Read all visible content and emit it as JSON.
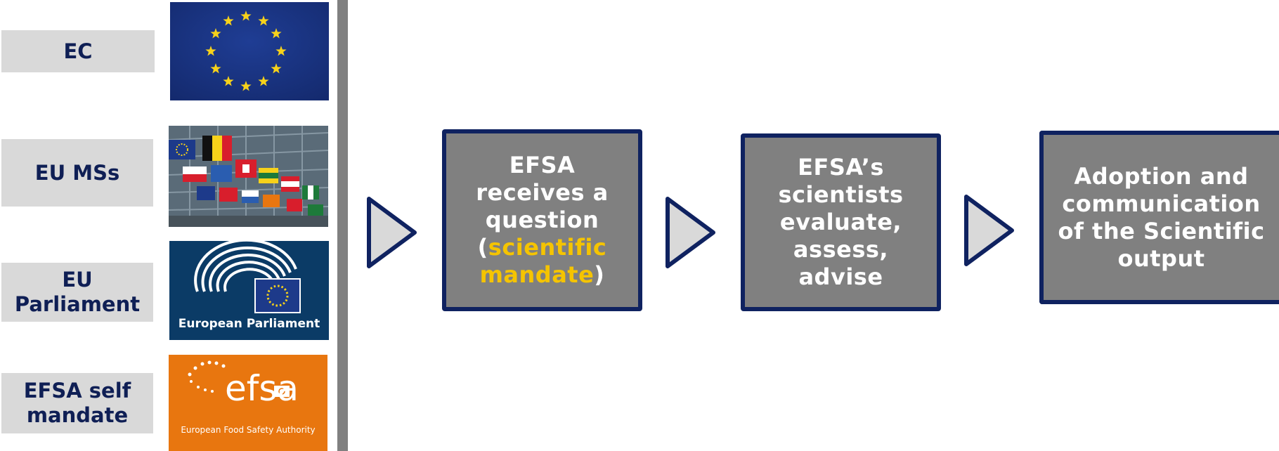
{
  "sources": {
    "ec": "EC",
    "eu_mss": "EU MSs",
    "eu_parliament": "EU Parliament",
    "efsa_self_mandate": "EFSA self mandate"
  },
  "logos": {
    "european_parliament_text": "European Parliament",
    "efsa_wordmark": "efsa",
    "efsa_subtitle": "European Food Safety Authority"
  },
  "steps": {
    "step1": {
      "line1": "EFSA",
      "line2": "receives a",
      "line3": "question",
      "open_paren": "(",
      "highlight1": "scientific",
      "highlight2": "mandate",
      "close_paren": ")"
    },
    "step2": {
      "line1": "EFSA’s",
      "line2": "scientists",
      "line3": "evaluate,",
      "line4": "assess,",
      "line5": "advise"
    },
    "step3": {
      "line1": "Adoption and",
      "line2": "communication",
      "line3": "of the Scientific",
      "line4": "output"
    }
  },
  "colors": {
    "navy": "#0f2260",
    "box_gray": "#808080",
    "label_gray": "#d9d9d9",
    "highlight": "#f5c400",
    "efsa_orange": "#e8760f",
    "eu_blue": "#1d3a8a"
  }
}
